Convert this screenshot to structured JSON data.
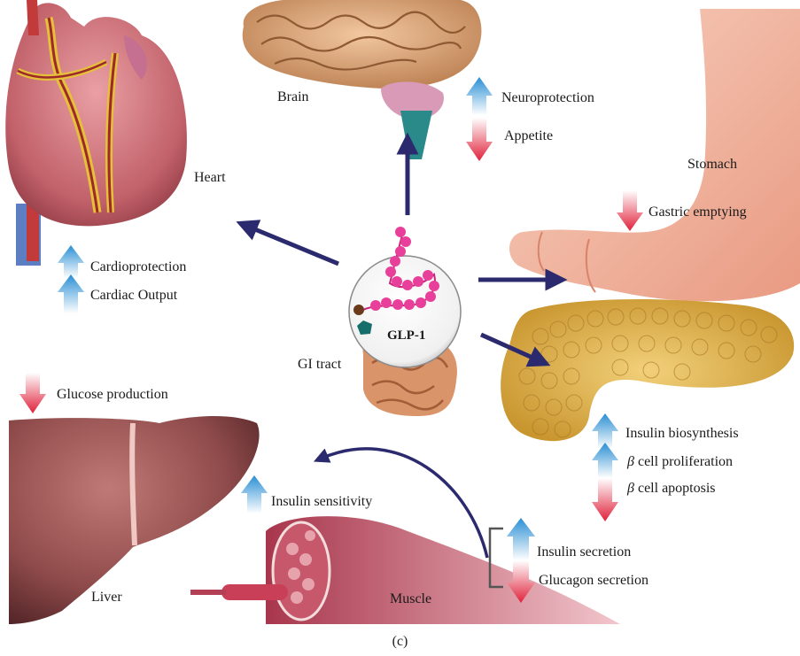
{
  "organs": {
    "brain": "Brain",
    "heart": "Heart",
    "stomach": "Stomach",
    "gi_tract": "GI tract",
    "liver": "Liver",
    "muscle": "Muscle"
  },
  "center": {
    "label": "GLP-1"
  },
  "effects": {
    "neuroprotection": "Neuroprotection",
    "appetite": "Appetite",
    "cardioprotection": "Cardioprotection",
    "cardiac_output": "Cardiac Output",
    "gastric_emptying": "Gastric emptying",
    "glucose_production": "Glucose production",
    "insulin_sensitivity": "Insulin sensitivity",
    "insulin_biosynthesis": "Insulin biosynthesis",
    "beta_symbol": "β",
    "cell_proliferation": "cell proliferation",
    "cell_apoptosis": "cell apoptosis",
    "insulin_secretion": "Insulin secretion",
    "glucagon_secretion": "Glucagon secretion"
  },
  "caption": "(c)",
  "colors": {
    "increase_arrow": "#2a8fd4",
    "decrease_arrow": "#e0213a",
    "connector_arrow": "#2c2a6e",
    "glp1_beads": "#e8409a"
  }
}
